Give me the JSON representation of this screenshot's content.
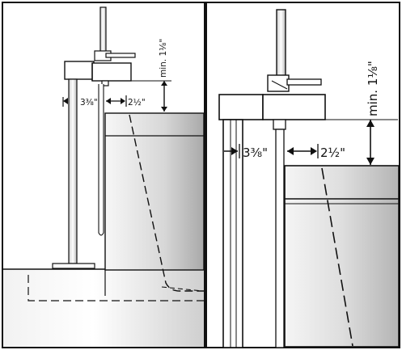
{
  "diagram": {
    "left_panel": {
      "dim_spout_height": "min. 1⅛\"",
      "dim_faucet_offset": "3⅜\"",
      "dim_tub_gap": "2½\""
    },
    "right_panel": {
      "dim_spout_height": "min. 1⅛\"",
      "dim_faucet_offset": "3⅜\"",
      "dim_tub_gap": "2½\""
    }
  },
  "colors": {
    "line": "#111111",
    "tub_gradient_light": "#f4f4f4",
    "tub_gradient_dark": "#9a9a9a"
  }
}
